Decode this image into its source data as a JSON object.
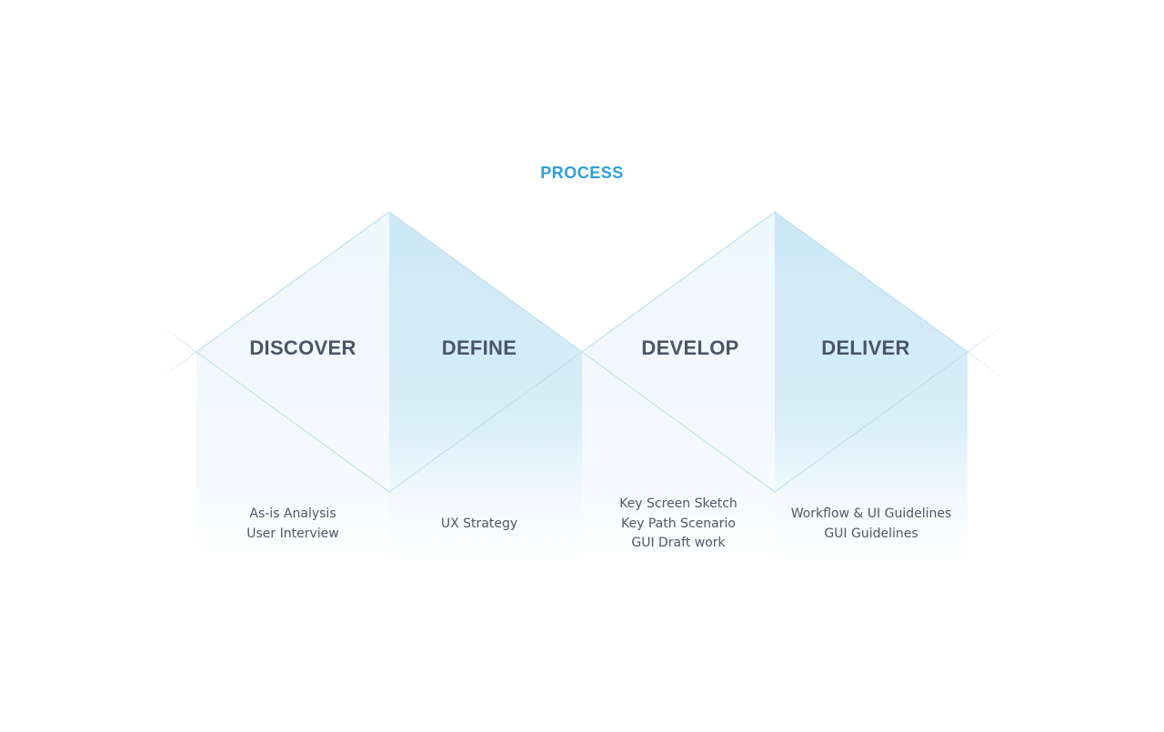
{
  "title": "PROCESS",
  "phases": [
    {
      "name": "DISCOVER",
      "items": [
        "As-is Analysis",
        "User Interview"
      ]
    },
    {
      "name": "DEFINE",
      "items": [
        "UX Strategy"
      ]
    },
    {
      "name": "DEVELOP",
      "items": [
        "Key Screen Sketch",
        "Key Path Scenario",
        "GUI Draft work"
      ]
    },
    {
      "name": "DELIVER",
      "items": [
        "Workflow & UI Guidelines",
        "GUI Guidelines"
      ]
    }
  ],
  "colors": {
    "accent": "#2ea0d8",
    "heading": "#4a5566",
    "text": "#4f5866",
    "fill_light": "#eef7fc",
    "fill_dark": "#cce8f5",
    "stroke": "#b9dcec",
    "divider": "#cfd8df"
  }
}
